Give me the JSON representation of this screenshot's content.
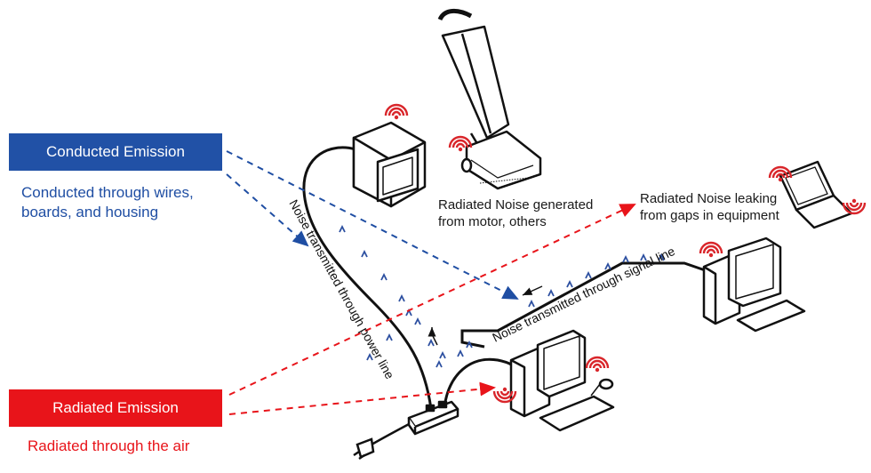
{
  "legend": {
    "conducted_label": "Conducted Emission",
    "conducted_desc_line1": "Conducted through wires,",
    "conducted_desc_line2": "boards, and housing",
    "radiated_label": "Radiated Emission",
    "radiated_desc": "Radiated through the air"
  },
  "notes": {
    "motor_line1": "Radiated Noise generated",
    "motor_line2": "from motor, others",
    "gaps_line1": "Radiated Noise leaking",
    "gaps_line2": "from gaps in equipment"
  },
  "paths": {
    "power_line": "Noise transmitted through power line",
    "signal_line": "Noise transmitted through signal line"
  },
  "colors": {
    "conducted": "#1f4ea3",
    "radiated": "#e8141a",
    "conducted_box": "#2151a6",
    "radiated_box": "#e8141a",
    "wave": "#d9262b",
    "spike": "#2c4fa0"
  },
  "icons": [
    "vacuum-cleaner-icon",
    "crt-monitor-icon",
    "desktop-computer-icon",
    "laptop-icon",
    "power-strip-icon",
    "plug-icon",
    "radiation-wave-icon"
  ]
}
